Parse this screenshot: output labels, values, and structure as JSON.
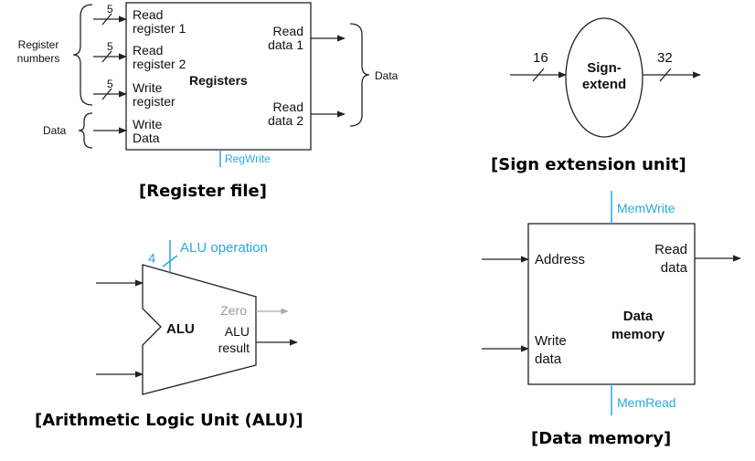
{
  "register_file": {
    "caption": "[Register file]",
    "title": "Registers",
    "group_register_numbers": [
      "Register",
      "numbers"
    ],
    "group_data_in": "Data",
    "group_data_out": "Data",
    "read_register_1": [
      "Read",
      "register 1"
    ],
    "read_register_2": [
      "Read",
      "register 2"
    ],
    "write_register": [
      "Write",
      "register"
    ],
    "write_data": [
      "Write",
      "Data"
    ],
    "read_data_1": [
      "Read",
      "data 1"
    ],
    "read_data_2": [
      "Read",
      "data 2"
    ],
    "bus_width_1": "5",
    "bus_width_2": "5",
    "bus_width_3": "5",
    "control": "RegWrite"
  },
  "sign_extend": {
    "caption": "[Sign extension unit]",
    "label": [
      "Sign-",
      "extend"
    ],
    "in_width": "16",
    "out_width": "32"
  },
  "alu": {
    "caption": "[Arithmetic Logic Unit (ALU)]",
    "label": "ALU",
    "zero": "Zero",
    "result": [
      "ALU",
      "result"
    ],
    "op_width": "4",
    "control": "ALU operation"
  },
  "data_memory": {
    "caption": "[Data memory]",
    "title": [
      "Data",
      "memory"
    ],
    "address": "Address",
    "write_data": [
      "Write",
      "data"
    ],
    "read_data": [
      "Read",
      "data"
    ],
    "control_write": "MemWrite",
    "control_read": "MemRead"
  },
  "colors": {
    "control": "#29a8e0",
    "inactive": "#999999",
    "stroke": "#222222"
  }
}
